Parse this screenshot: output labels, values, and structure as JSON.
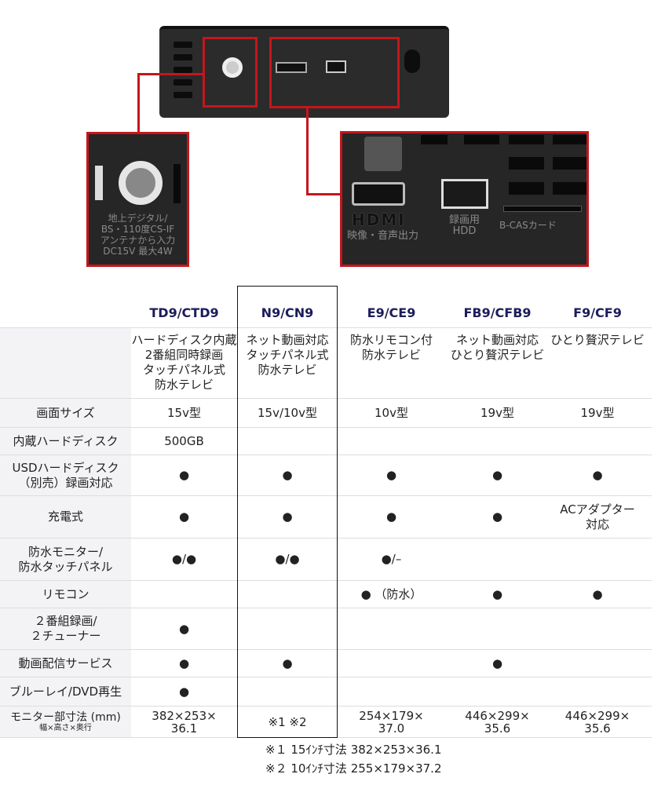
{
  "colors": {
    "accent": "#c4161c",
    "header": "#1c1c5c"
  },
  "photo": {
    "callout_left": [
      "地上デジタル/",
      "BS・110度CS-IF",
      "アンテナから入力",
      "DC15V 最大4W"
    ],
    "callout_right": {
      "hdmi_logo": "HDMI",
      "hdmi_label": "映像・音声出力",
      "hdd_label": "録画用\nHDD",
      "bcas_label": "B-CASカード"
    }
  },
  "table": {
    "models": [
      "TD9/CTD9",
      "N9/CN9",
      "E9/CE9",
      "FB9/CFB9",
      "F9/CF9"
    ],
    "rows": [
      {
        "label": "",
        "cells": [
          "ハードディスク内蔵\n2番組同時録画\nタッチパネル式\n防水テレビ",
          "ネット動画対応\nタッチパネル式\n防水テレビ",
          "防水リモコン付\n防水テレビ",
          "ネット動画対応\nひとり贅沢テレビ",
          "ひとり贅沢テレビ"
        ]
      },
      {
        "label": "画面サイズ",
        "cells": [
          "15v型",
          "15v/10v型",
          "10v型",
          "19v型",
          "19v型"
        ]
      },
      {
        "label": "内蔵ハードディスク",
        "cells": [
          "500GB",
          "",
          "",
          "",
          ""
        ]
      },
      {
        "label": "USDハードディスク\n（別売）録画対応",
        "cells": [
          "●",
          "●",
          "●",
          "●",
          "●"
        ]
      },
      {
        "label": "充電式",
        "cells": [
          "●",
          "●",
          "●",
          "●",
          "ACアダプター\n対応"
        ]
      },
      {
        "label": "防水モニター/\n防水タッチパネル",
        "cells": [
          "●/●",
          "●/●",
          "●/–",
          "",
          ""
        ]
      },
      {
        "label": "リモコン",
        "cells": [
          "",
          "",
          "● （防水）",
          "●",
          "●"
        ]
      },
      {
        "label": "２番組録画/\n２チューナー",
        "cells": [
          "●",
          "",
          "",
          "",
          ""
        ]
      },
      {
        "label": "動画配信サービス",
        "cells": [
          "●",
          "●",
          "",
          "●",
          ""
        ]
      },
      {
        "label": "ブルーレイ/DVD再生",
        "cells": [
          "●",
          "",
          "",
          "",
          ""
        ]
      },
      {
        "label": "モニター部寸法 (mm)",
        "sublabel": "幅×高さ×奥行",
        "cells": [
          "382×253×\n36.1",
          "※1 ※2",
          "254×179×\n37.0",
          "446×299×\n35.6",
          "446×299×\n35.6"
        ]
      }
    ],
    "notes": [
      "※１ 15ｲﾝﾁ寸法 382×253×36.1",
      "※２ 10ｲﾝﾁ寸法 255×179×37.2"
    ]
  }
}
